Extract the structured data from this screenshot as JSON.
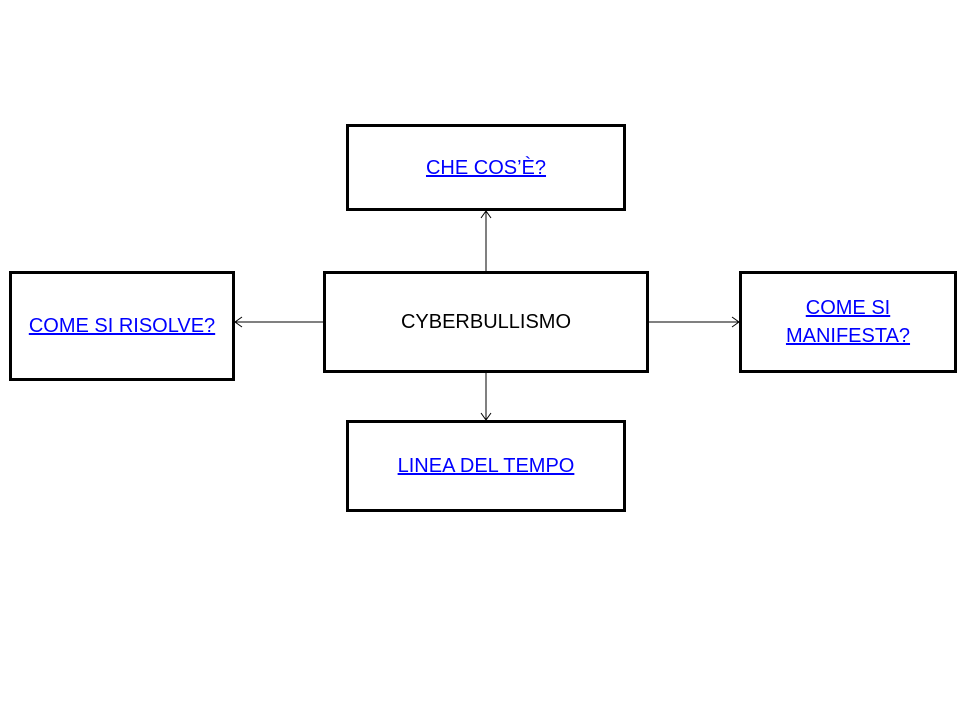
{
  "diagram": {
    "center": {
      "label": "CYBERBULLISMO"
    },
    "nodes": {
      "top": {
        "label": "CHE COS’È?"
      },
      "left": {
        "label": "COME SI RISOLVE?"
      },
      "right": {
        "label": "COME SI MANIFESTA?"
      },
      "bottom": {
        "label": "LINEA DEL TEMPO"
      }
    },
    "colors": {
      "link": "#0000ff",
      "border": "#000000",
      "background": "#ffffff"
    }
  }
}
